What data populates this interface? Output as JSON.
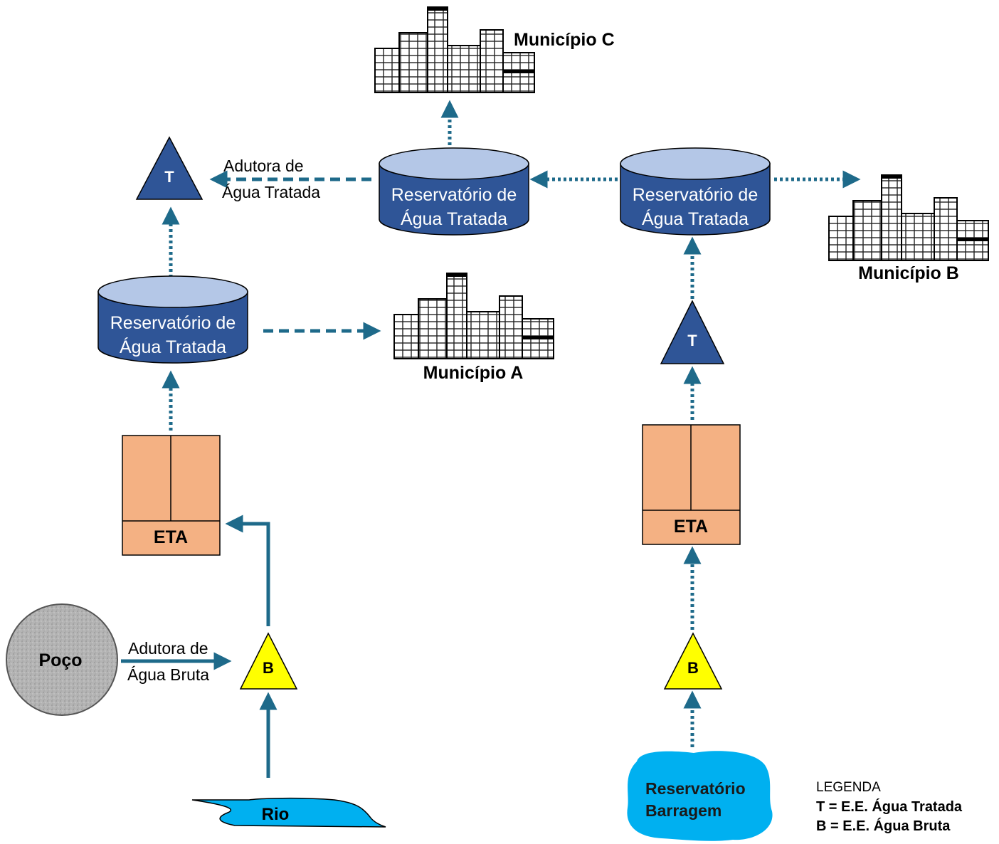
{
  "reservoirs": {
    "left": {
      "line1": "Reservatório de",
      "line2": "Água Tratada"
    },
    "center": {
      "line1": "Reservatório de",
      "line2": "Água Tratada"
    },
    "right": {
      "line1": "Reservatório de",
      "line2": "Água Tratada"
    }
  },
  "pumps": {
    "t_left": "T",
    "t_right": "T",
    "b_left": "B",
    "b_right": "B"
  },
  "municipios": {
    "a": "Município A",
    "b": "Município B",
    "c": "Município C"
  },
  "eta": {
    "left": "ETA",
    "right": "ETA"
  },
  "adutora_tratada": {
    "line1": "Adutora de",
    "line2": "Água Tratada"
  },
  "adutora_bruta": {
    "line1": "Adutora de",
    "line2": "Água Bruta"
  },
  "poco": "Poço",
  "rio": "Rio",
  "barragem": {
    "line1": "Reservatório",
    "line2": "Barragem"
  },
  "legend": {
    "title": "LEGENDA",
    "t": "T = E.E. Água Tratada",
    "b": "B = E.E. Água Bruta"
  },
  "colors": {
    "pipe": "#1e6a8a",
    "reservoir_body": "#2f5597",
    "reservoir_top": "#b4c7e7",
    "eta_fill": "#f4b183",
    "pump_t": "#2f5597",
    "pump_b": "#ffff00",
    "water": "#00b0f0",
    "poco": "#b8b8b8"
  }
}
